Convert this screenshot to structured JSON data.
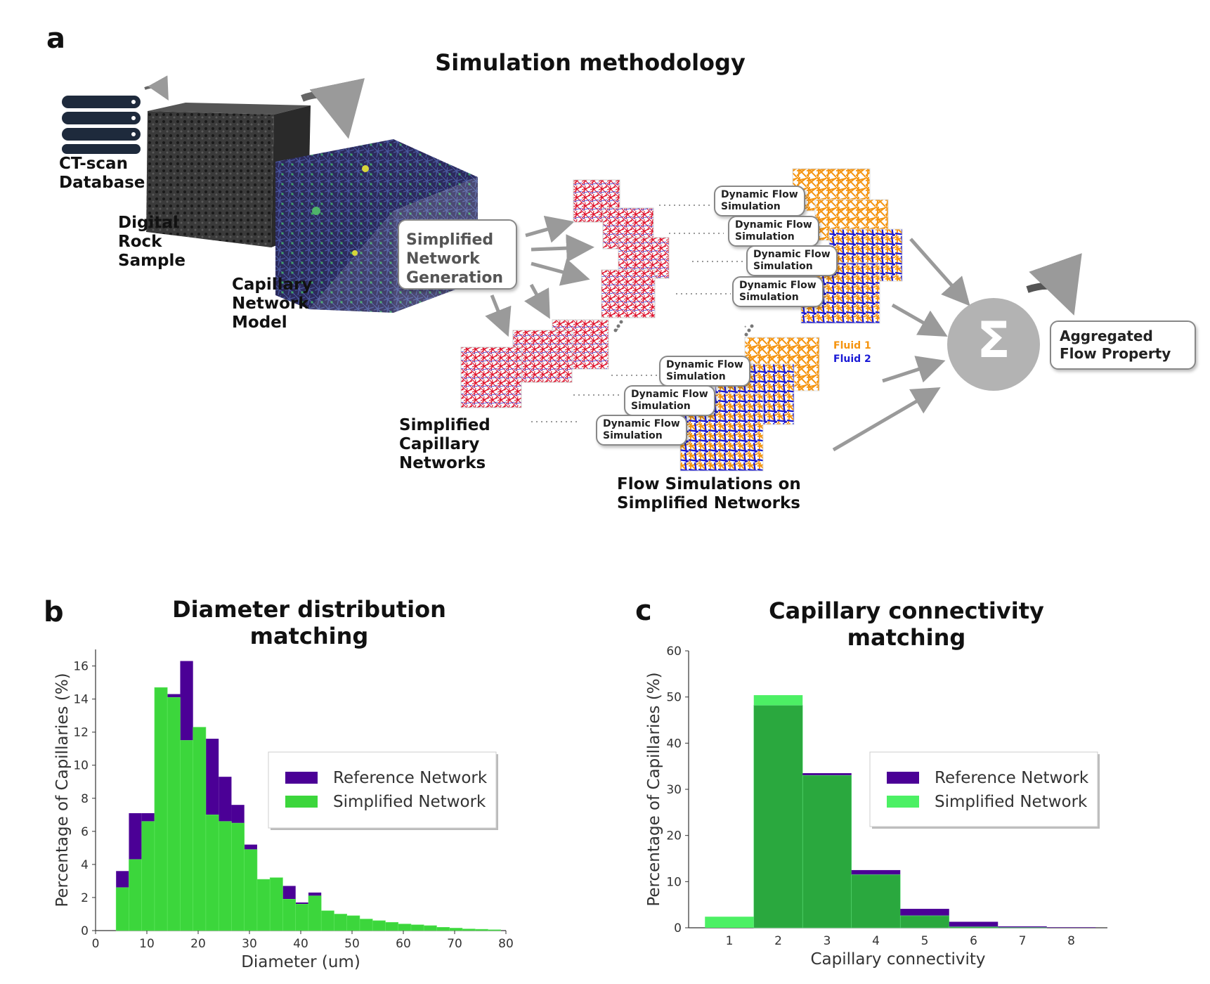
{
  "panel_a": {
    "letter": "a",
    "title": "Simulation methodology",
    "ct_scan_label": "CT-scan\nDatabase",
    "digital_rock_label": "Digital\nRock\nSample",
    "capillary_model_label": "Capillary\nNetwork\nModel",
    "simplified_generation_label": "Simplified\nNetwork\nGeneration",
    "simplified_networks_label": "Simplified\nCapillary\nNetworks",
    "flow_sims_label": "Flow Simulations on\nSimplified Networks",
    "dynamic_flow_label": "Dynamic Flow\nSimulation",
    "fluid1_label": "Fluid 1",
    "fluid2_label": "Fluid 2",
    "sum_symbol": "Σ",
    "aggregated_label": "Aggregated\nFlow Property",
    "colors": {
      "fluid1": "#f5940f",
      "fluid2": "#1a1ad6",
      "network_red": "#e0102a",
      "sum_circle": "#b3b3b3"
    }
  },
  "panel_b": {
    "letter": "b",
    "title": "Diameter distribution matching"
  },
  "panel_c": {
    "letter": "c",
    "title": "Capillary connectivity matching"
  },
  "chart_data": [
    {
      "type": "bar",
      "title": "Diameter distribution matching",
      "xlabel": "Diameter (um)",
      "ylabel": "Percentage of Capillaries (%)",
      "xlim": [
        0,
        80
      ],
      "ylim": [
        0,
        17
      ],
      "xticks": [
        0,
        10,
        20,
        30,
        40,
        50,
        60,
        70,
        80
      ],
      "yticks": [
        0,
        2,
        4,
        6,
        8,
        10,
        12,
        14,
        16
      ],
      "bin_width": 2.5,
      "bin_starts": [
        4,
        6.5,
        9,
        11.5,
        14,
        16.5,
        19,
        21.5,
        24,
        26.5,
        29,
        31.5,
        34,
        36.5,
        39,
        41.5,
        44,
        46.5,
        49,
        51.5,
        54,
        56.5,
        59,
        61.5,
        64,
        66.5,
        69,
        71.5,
        74,
        76.5
      ],
      "series": [
        {
          "name": "Reference Network",
          "color": "#4b0096",
          "values": [
            3.6,
            7.1,
            7.1,
            12.1,
            14.3,
            16.3,
            11.6,
            11.6,
            9.3,
            7.6,
            5.2,
            3.1,
            2.4,
            2.7,
            1.7,
            2.3,
            1.0,
            0.9,
            0.8,
            0.6,
            0.5,
            0.4,
            0.35,
            0.3,
            0.25,
            0.2,
            0.15,
            0.1,
            0.08,
            0.06
          ]
        },
        {
          "name": "Simplified Network",
          "color": "#3cd63c",
          "values": [
            2.6,
            4.3,
            6.6,
            14.7,
            14.1,
            11.5,
            12.3,
            7.0,
            6.6,
            6.5,
            4.9,
            3.1,
            3.2,
            1.9,
            1.6,
            2.1,
            1.2,
            1.0,
            0.9,
            0.7,
            0.6,
            0.5,
            0.4,
            0.35,
            0.3,
            0.2,
            0.15,
            0.1,
            0.08,
            0.05
          ]
        }
      ],
      "legend": "right"
    },
    {
      "type": "bar",
      "title": "Capillary connectivity matching",
      "xlabel": "Capillary connectivity",
      "ylabel": "Percentage of Capillaries (%)",
      "categories": [
        "1",
        "2",
        "3",
        "4",
        "5",
        "6",
        "7",
        "8"
      ],
      "ylim": [
        0,
        60
      ],
      "yticks": [
        0,
        10,
        20,
        30,
        40,
        50,
        60
      ],
      "series": [
        {
          "name": "Reference Network",
          "color": "#4b0096",
          "values": [
            0,
            48.2,
            33.5,
            12.5,
            4.1,
            1.3,
            0.3,
            0.1
          ]
        },
        {
          "name": "Simplified Network",
          "color": "#4cf064",
          "values": [
            2.4,
            50.4,
            33.0,
            11.5,
            2.6,
            0.2,
            0.05,
            0.0
          ]
        }
      ],
      "overlap_color": "#2aa83e",
      "legend": "right"
    }
  ]
}
